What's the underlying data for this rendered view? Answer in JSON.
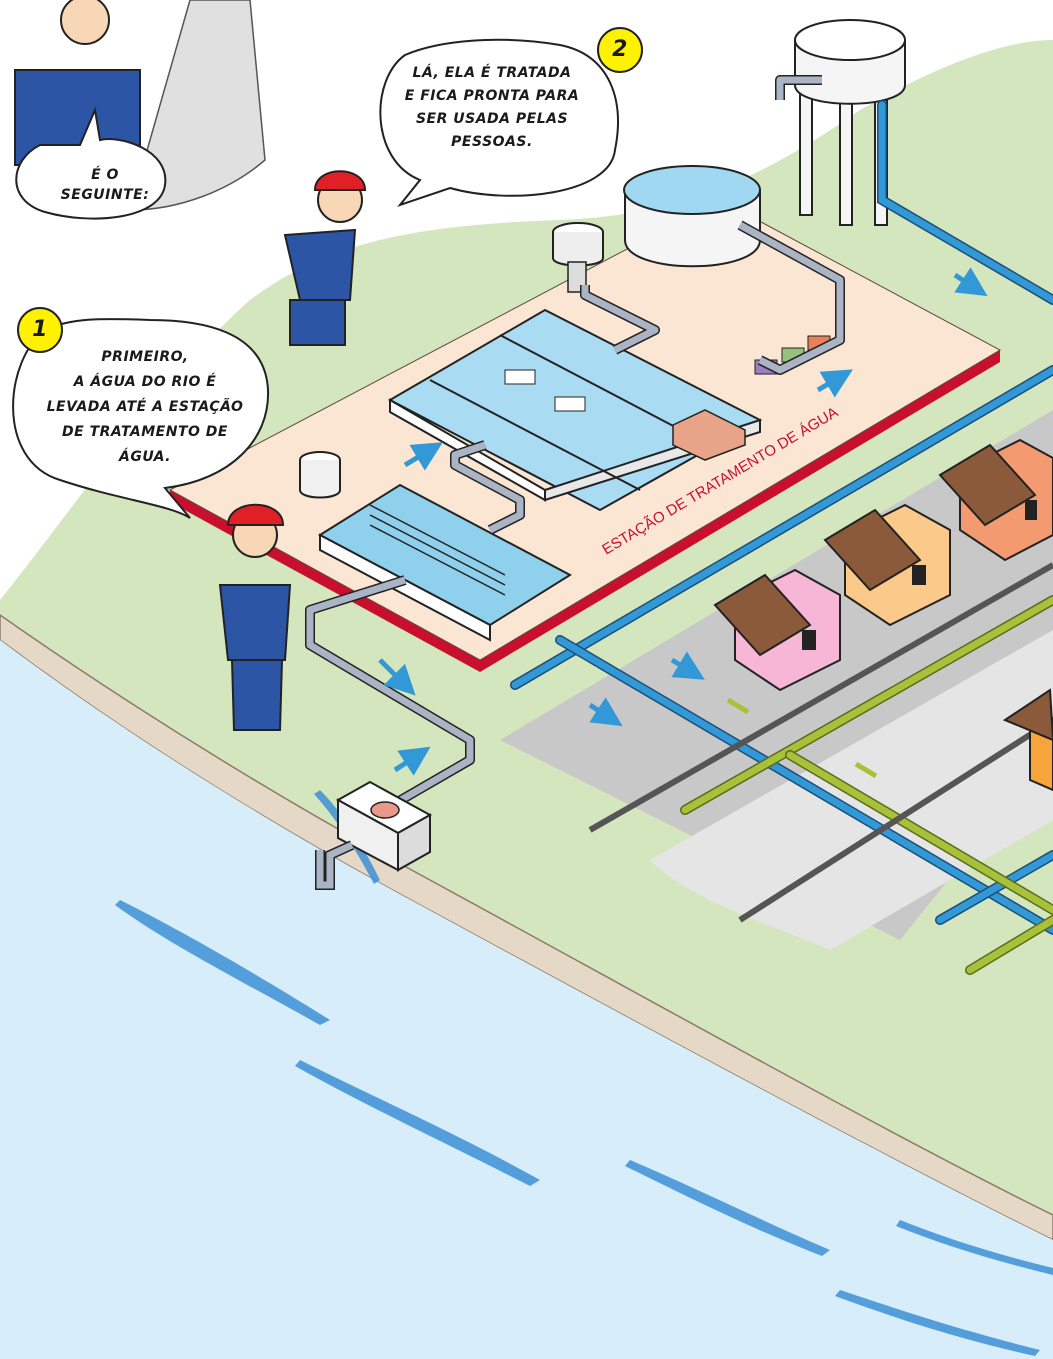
{
  "callouts": [
    {
      "number": "1",
      "lines": [
        "Primeiro,",
        "a água do rio é",
        "levada até a estação",
        "de tratamento de",
        "água."
      ]
    },
    {
      "number": "2",
      "lines": [
        "Lá, ela é tratada",
        "e fica pronta para",
        "ser usada pelas",
        "pessoas."
      ]
    }
  ],
  "intro_bubble": {
    "lines": [
      "É o",
      "seguinte:"
    ]
  },
  "plant_label": "ESTAÇÃO DE TRATAMENTO DE ÁGUA",
  "colors": {
    "river": "#d7eefa",
    "riverbank": "#e6d8c6",
    "land": "#d4e6bd",
    "plant_platform": "#fbe5d3",
    "plant_edge": "#c8102e",
    "clean_water_pipe": "#3399d6",
    "wastewater_pipe": "#a7c23a",
    "intake_pipe": "#aab4c4",
    "callout_badge": "#fff200",
    "worker_uniform": "#2d55a5",
    "helmet": "#e11f26"
  },
  "icons": [
    "flow-arrow-icon",
    "house-icon",
    "worker-icon",
    "water-tower-icon",
    "pump-station-icon",
    "tank-icon"
  ]
}
